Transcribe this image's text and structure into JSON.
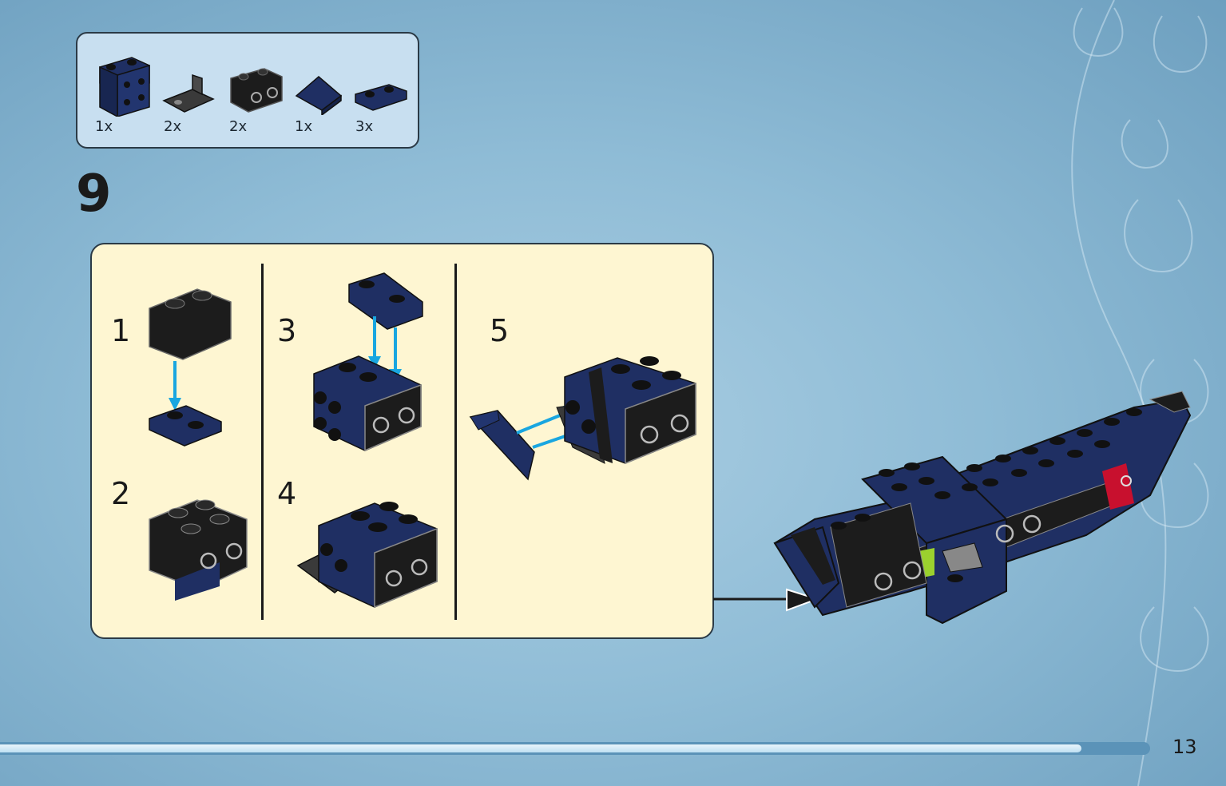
{
  "parts_list": [
    {
      "name": "blue-bracket-2x2",
      "quantity": "1x"
    },
    {
      "name": "dark-gray-bracket",
      "quantity": "2x"
    },
    {
      "name": "black-brick-1x2-studs",
      "quantity": "2x"
    },
    {
      "name": "blue-slope",
      "quantity": "1x"
    },
    {
      "name": "blue-plate-1x2",
      "quantity": "3x"
    }
  ],
  "step": {
    "number": "9"
  },
  "substeps": [
    "1",
    "2",
    "3",
    "4",
    "5"
  ],
  "progress": {
    "fraction": 0.94
  },
  "page_number": "13",
  "colors": {
    "brick_blue": "#1f2f63",
    "brick_black": "#1c1c1c",
    "arrow_blue": "#19a6e0",
    "panel_yellow": "#fef6d2"
  }
}
